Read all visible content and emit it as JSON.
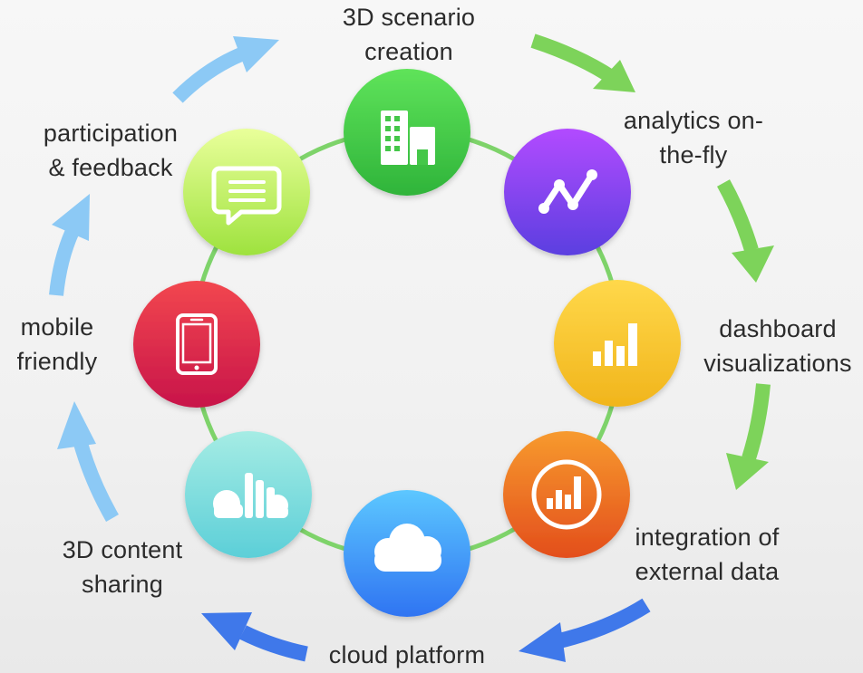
{
  "diagram": {
    "steps": [
      {
        "id": "scenario",
        "label_lines": [
          "3D scenario",
          "creation"
        ],
        "gradient": [
          "#5fe35a",
          "#2fb43a"
        ],
        "icon": "building-icon"
      },
      {
        "id": "analytics",
        "label_lines": [
          "analytics on-",
          "the-fly"
        ],
        "gradient": [
          "#b24bff",
          "#5b3fe0"
        ],
        "icon": "line-chart-icon"
      },
      {
        "id": "dashboard",
        "label_lines": [
          "dashboard",
          "visualizations"
        ],
        "gradient": [
          "#ffd84a",
          "#f1b51c"
        ],
        "icon": "bar-chart-icon"
      },
      {
        "id": "integration",
        "label_lines": [
          "integration of",
          "external data"
        ],
        "gradient": [
          "#f79a2e",
          "#e34e1c"
        ],
        "icon": "circle-bar-chart-icon"
      },
      {
        "id": "cloud",
        "label_lines": [
          "cloud platform"
        ],
        "gradient": [
          "#5cc7ff",
          "#2f74f2"
        ],
        "icon": "cloud-icon"
      },
      {
        "id": "sharing",
        "label_lines": [
          "3D content",
          "sharing"
        ],
        "gradient": [
          "#a5ece4",
          "#5ccfd8"
        ],
        "icon": "cloud-bars-icon"
      },
      {
        "id": "mobile",
        "label_lines": [
          "mobile",
          "friendly"
        ],
        "gradient": [
          "#f2474f",
          "#c8144a"
        ],
        "icon": "tablet-icon"
      },
      {
        "id": "participation",
        "label_lines": [
          "participation",
          "& feedback"
        ],
        "gradient": [
          "#e9ff9a",
          "#9ee23e"
        ],
        "icon": "chat-bubble-icon"
      }
    ],
    "colors": {
      "ring": "#7ed36a",
      "arrow_green": "#7dd35a",
      "arrow_blue_light": "#8cc9f5",
      "arrow_blue_dark": "#3f78ea",
      "text": "#2b2b2b"
    }
  }
}
